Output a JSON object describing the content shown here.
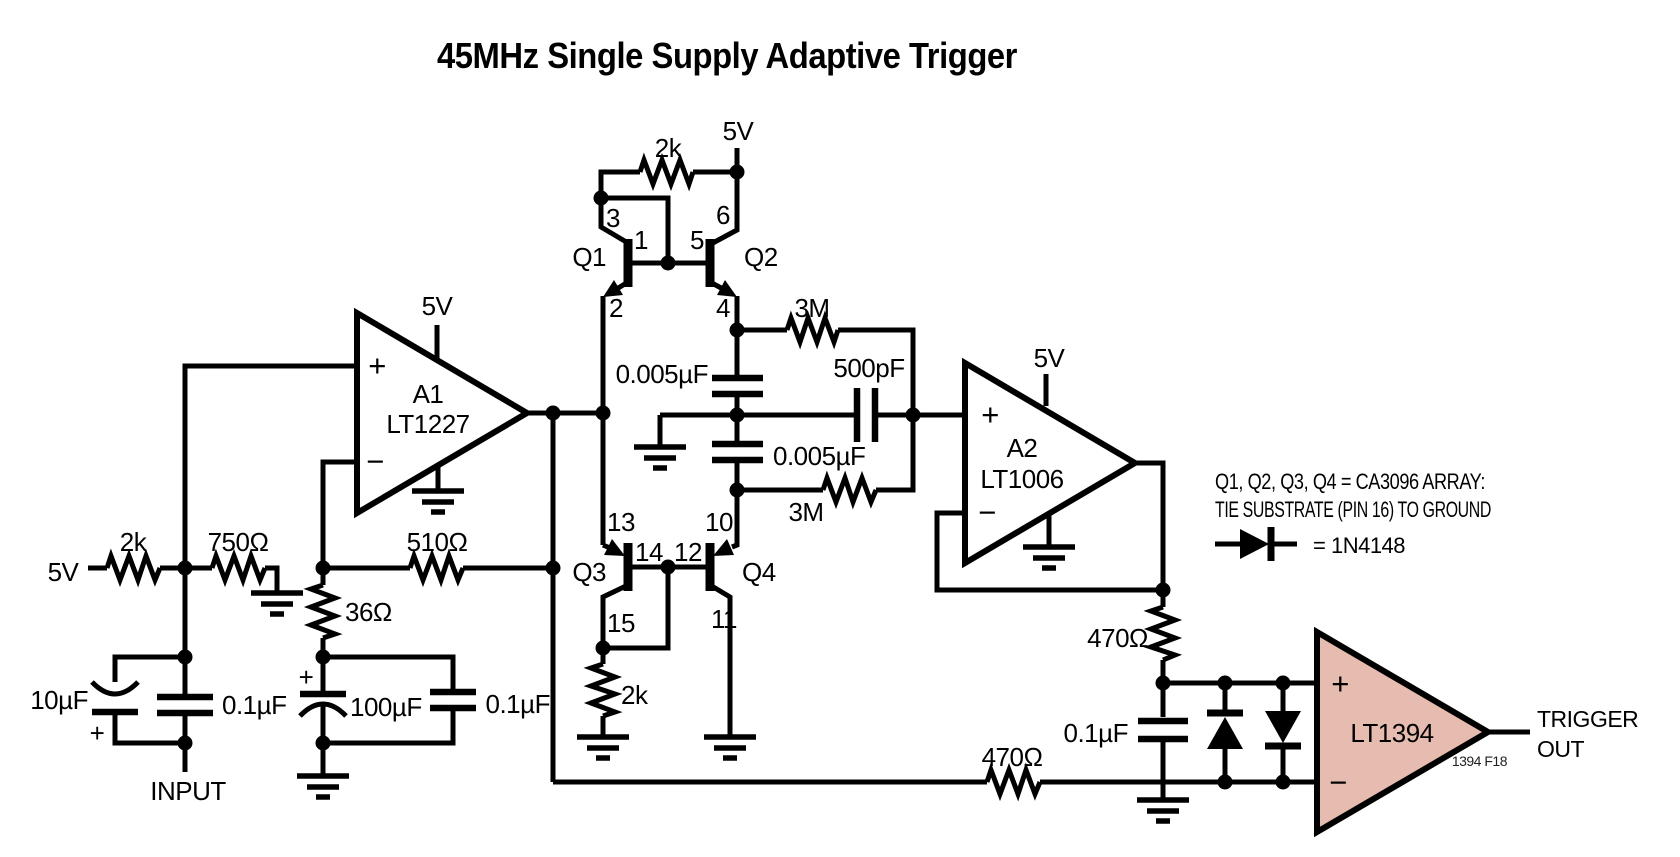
{
  "title": "45MHz Single Supply Adaptive Trigger",
  "figure_tag": "1394 F18",
  "supplies": {
    "v5_top": "5V",
    "v5_a1": "5V",
    "v5_a2": "5V",
    "v5_input": "5V"
  },
  "amplifiers": {
    "a1": {
      "designator": "A1",
      "part": "LT1227",
      "plus": "+",
      "minus": "−"
    },
    "a2": {
      "designator": "A2",
      "part": "LT1006",
      "plus": "+",
      "minus": "−"
    },
    "comparator": {
      "part": "LT1394",
      "plus": "+",
      "minus": "−"
    }
  },
  "transistors": {
    "q1": {
      "name": "Q1",
      "collector_pin": "3",
      "base_pin": "1",
      "emitter_pin": "2"
    },
    "q2": {
      "name": "Q2",
      "collector_pin": "6",
      "base_pin": "5",
      "emitter_pin": "4"
    },
    "q3": {
      "name": "Q3",
      "emitter_pin": "13",
      "base_pin": "14",
      "collector_pin": "15"
    },
    "q4": {
      "name": "Q4",
      "emitter_pin": "10",
      "base_pin": "12",
      "collector_pin": "11"
    }
  },
  "resistors": {
    "r_q1q2_2k": "2k",
    "r_3m_upper": "3M",
    "r_3m_lower": "3M",
    "r_in_2k": "2k",
    "r_750": "750Ω",
    "r_510": "510Ω",
    "r_36": "36Ω",
    "r_q3_2k": "2k",
    "r_470_a2": "470Ω",
    "r_470_fb": "470Ω"
  },
  "capacitors": {
    "c_005_upper": "0.005µF",
    "c_005_lower": "0.005µF",
    "c_500p": "500pF",
    "c_10u": "10µF",
    "c_10u_plus": "+",
    "c_in_01": "0.1µF",
    "c_100u": "100µF",
    "c_100u_plus": "+",
    "c_mid_01": "0.1µF",
    "c_out_01": "0.1µF"
  },
  "io": {
    "input": "INPUT",
    "trigger_line1": "TRIGGER",
    "trigger_line2": "OUT"
  },
  "note": {
    "line1": "Q1, Q2, Q3, Q4 = CA3096 ARRAY:",
    "line2": "TIE SUBSTRATE (PIN 16) TO GROUND",
    "diode_note": "= 1N4148"
  },
  "colors": {
    "ink": "#000000",
    "background": "#ffffff",
    "comparator_fill": "#e6bbb0"
  }
}
